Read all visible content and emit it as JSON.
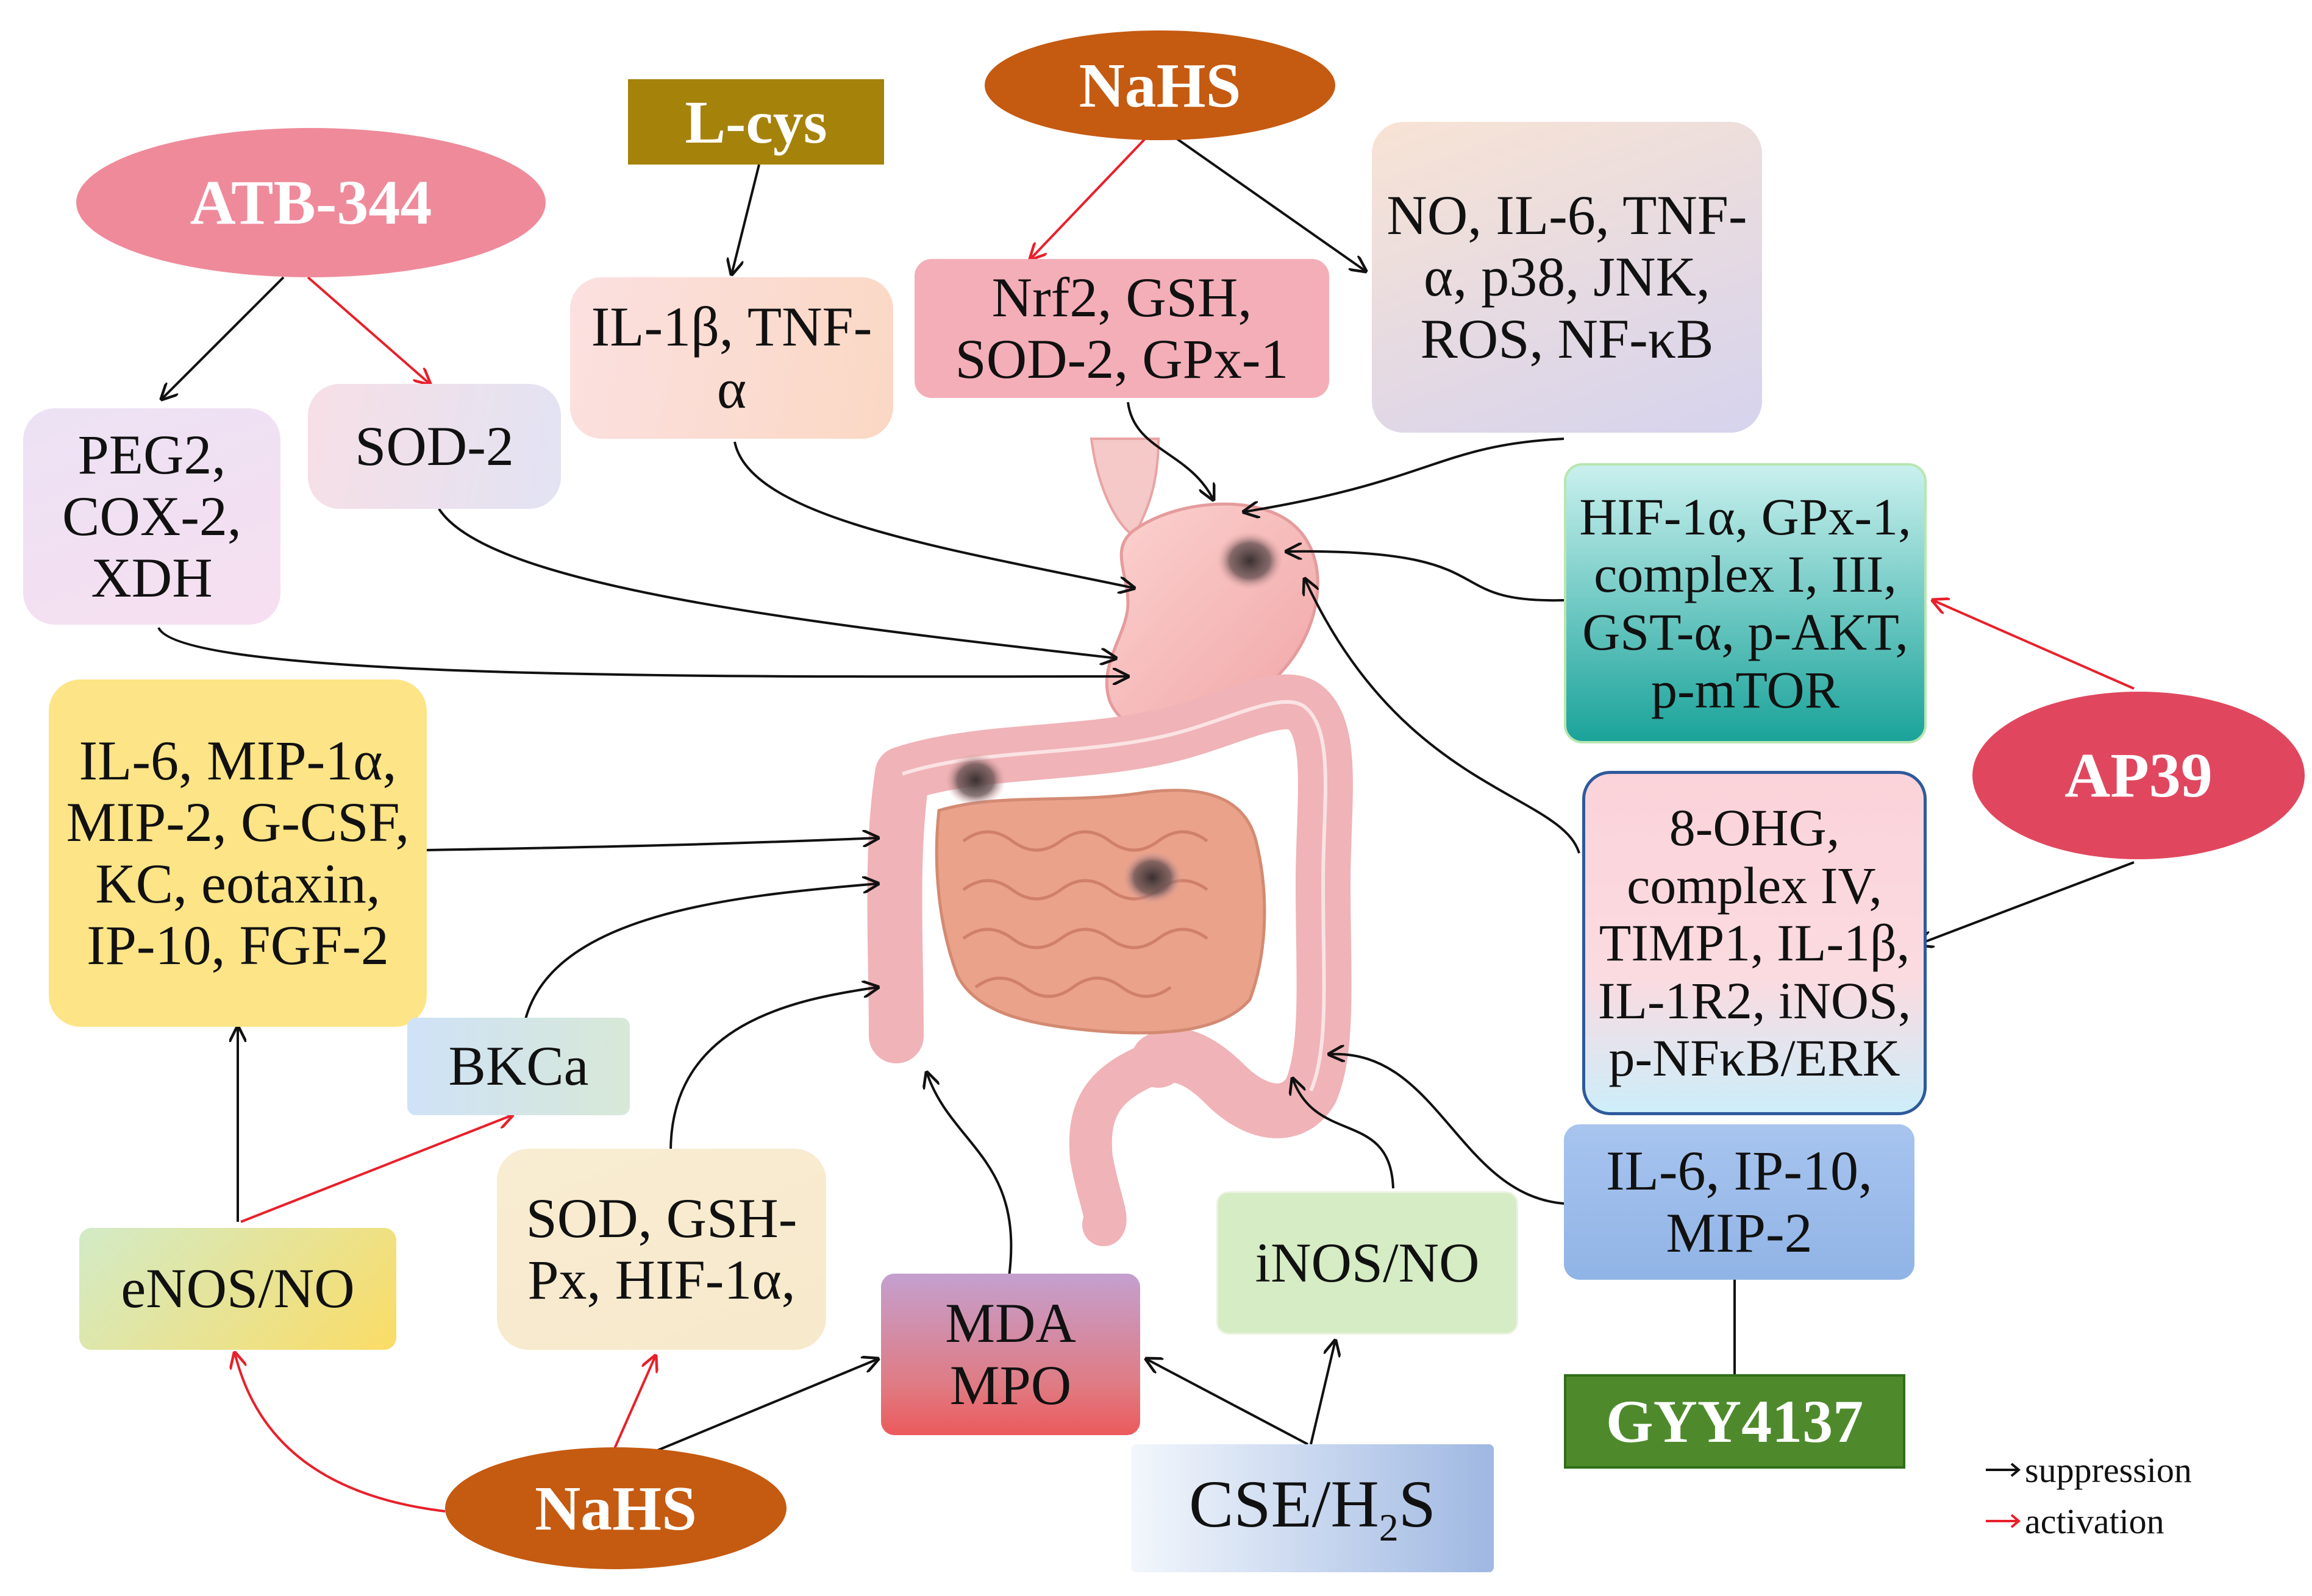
{
  "agents": {
    "atb344": "ATB-344",
    "lcys": "L-cys",
    "nahs_top": "NaHS",
    "ap39": "AP39",
    "gyy4137": "GYY4137",
    "nahs_bottom": "NaHS",
    "cse_h2s_main": "CSE/H",
    "cse_h2s_sub": "2",
    "cse_h2s_tail": "S"
  },
  "targets": {
    "peg2": "PEG2, COX-2, XDH",
    "sod2": "SOD-2",
    "il1b": "IL-1β, TNF-α",
    "nrf2": "Nrf2, GSH, SOD-2, GPx-1",
    "no_il6": "NO, IL-6, TNF-α, p38, JNK, ROS, NF-κB",
    "hif1a": "HIF-1α, GPx-1,  complex I, III, GST-α, p-AKT, p-mTOR",
    "ohg": "8-OHG, complex IV, TIMP1, IL-1β, IL-1R2, iNOS, p-NFκB/ERK",
    "il6_mip": "IL-6, MIP-1α, MIP-2, G-CSF, KC, eotaxin, IP-10, FGF-2",
    "bkca": "BKCa",
    "enos": "eNOS/NO",
    "sod_gsh": "SOD, GSH-Px, HIF-1α,",
    "mda": "MDA MPO",
    "inos": "iNOS/NO",
    "il6_ip10": "IL-6, IP-10, MIP-2"
  },
  "legend": {
    "suppression": "suppression",
    "activation": "activation"
  },
  "colors": {
    "suppression": "#111111",
    "activation": "#e8202a",
    "atb344": "#ef8a9a",
    "lcys": "#a5820a",
    "nahs": "#c55a11",
    "ap39": "#e0475e",
    "gyy4137": "#4e8a2c"
  }
}
